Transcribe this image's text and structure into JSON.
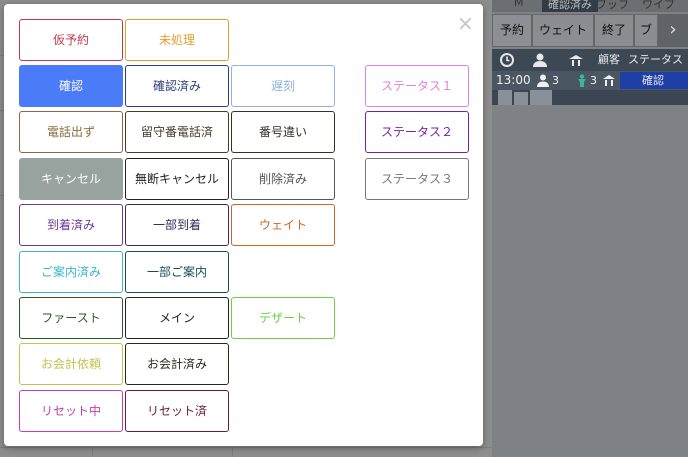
{
  "right_panel": {
    "top_tabs": [
      "M",
      "確認済み",
      "ブッフ",
      "ワイブ"
    ],
    "tabs": [
      {
        "label": "予約"
      },
      {
        "label": "ウェイト"
      },
      {
        "label": "終了"
      },
      {
        "label": "ブ"
      }
    ],
    "table_headers": {
      "guest": "顧客",
      "status": "ステータス"
    },
    "row": {
      "time": "13:00",
      "adults": "3",
      "children": "3",
      "status": "確認"
    }
  },
  "modal": {
    "close_glyph": "×",
    "buttons": [
      {
        "id": "kari-yoyaku",
        "label": "仮予約",
        "color": "#c0394b",
        "filled": false
      },
      {
        "id": "mishori",
        "label": "未処理",
        "color": "#e0a030",
        "filled": false
      },
      {
        "id": "kakunin",
        "label": "確認",
        "color": "#4a7cf7",
        "filled": true
      },
      {
        "id": "kakunin-zumi",
        "label": "確認済み",
        "color": "#2b3f7a",
        "filled": false
      },
      {
        "id": "chikoku",
        "label": "遅刻",
        "color": "#8fb2e0",
        "filled": false
      },
      {
        "id": "denwa-dasu",
        "label": "電話出ず",
        "color": "#8a6a3a",
        "filled": false
      },
      {
        "id": "rusuban",
        "label": "留守番電話済",
        "color": "#4a3a2a",
        "filled": false
      },
      {
        "id": "bango-chigai",
        "label": "番号違い",
        "color": "#3a3025",
        "filled": false
      },
      {
        "id": "cancel",
        "label": "キャンセル",
        "color": "#98a3a0",
        "filled": true
      },
      {
        "id": "mudan-cancel",
        "label": "無断キャンセル",
        "color": "#222222",
        "filled": false
      },
      {
        "id": "sakujo-zumi",
        "label": "削除済み",
        "color": "#555555",
        "filled": false
      },
      {
        "id": "tochaku-zumi",
        "label": "到着済み",
        "color": "#6a3a9a",
        "filled": false
      },
      {
        "id": "ichibu-tochaku",
        "label": "一部到着",
        "color": "#3a2a5a",
        "filled": false
      },
      {
        "id": "wait",
        "label": "ウェイト",
        "color": "#d0651e",
        "filled": false
      },
      {
        "id": "goannai-zumi",
        "label": "ご案内済み",
        "color": "#3ab5c8",
        "filled": false
      },
      {
        "id": "ichibu-goannai",
        "label": "一部ご案内",
        "color": "#1a4a5a",
        "filled": false
      },
      {
        "id": "first",
        "label": "ファースト",
        "color": "#2a5a2a",
        "filled": false
      },
      {
        "id": "main",
        "label": "メイン",
        "color": "#222222",
        "filled": false
      },
      {
        "id": "dessert",
        "label": "デザート",
        "color": "#6ad040",
        "filled": false
      },
      {
        "id": "okaikei-irai",
        "label": "お会計依頼",
        "color": "#c8c050",
        "filled": false
      },
      {
        "id": "okaikei-zumi",
        "label": "お会計済み",
        "color": "#2a2a1a",
        "filled": false
      },
      {
        "id": "reset-chu",
        "label": "リセット中",
        "color": "#c040b0",
        "filled": false
      },
      {
        "id": "reset-zumi",
        "label": "リセット済",
        "color": "#6a1a3a",
        "filled": false
      },
      {
        "id": "status-1",
        "label": "ステータス１",
        "color": "#e080e0",
        "filled": false
      },
      {
        "id": "status-2",
        "label": "ステータス２",
        "color": "#7a20a0",
        "filled": false
      },
      {
        "id": "status-3",
        "label": "ステータス３",
        "color": "#777777",
        "filled": false
      }
    ]
  }
}
